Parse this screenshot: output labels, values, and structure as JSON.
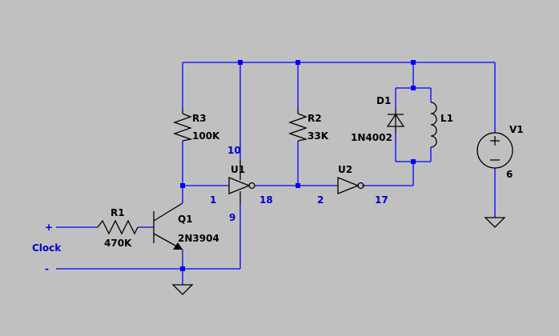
{
  "components": {
    "r1": {
      "ref": "R1",
      "value": "470K"
    },
    "r2": {
      "ref": "R2",
      "value": "33K"
    },
    "r3": {
      "ref": "R3",
      "value": "100K"
    },
    "q1": {
      "ref": "Q1",
      "value": "2N3904"
    },
    "u1": {
      "ref": "U1"
    },
    "u2": {
      "ref": "U2"
    },
    "d1": {
      "ref": "D1",
      "value": "1N4002"
    },
    "l1": {
      "ref": "L1"
    },
    "v1": {
      "ref": "V1",
      "value": "6"
    }
  },
  "pins": {
    "u1_vcc": "10",
    "u1_gnd": "9",
    "u1_in": "1",
    "u1_out": "18",
    "u2_in": "2",
    "u2_out": "17"
  },
  "clock": {
    "plus": "+",
    "minus": "-",
    "label": "Clock"
  },
  "colors": {
    "background": "#c0c0c0",
    "wire": "#0000ff",
    "component": "#000000",
    "pin_label": "#0000cc"
  }
}
